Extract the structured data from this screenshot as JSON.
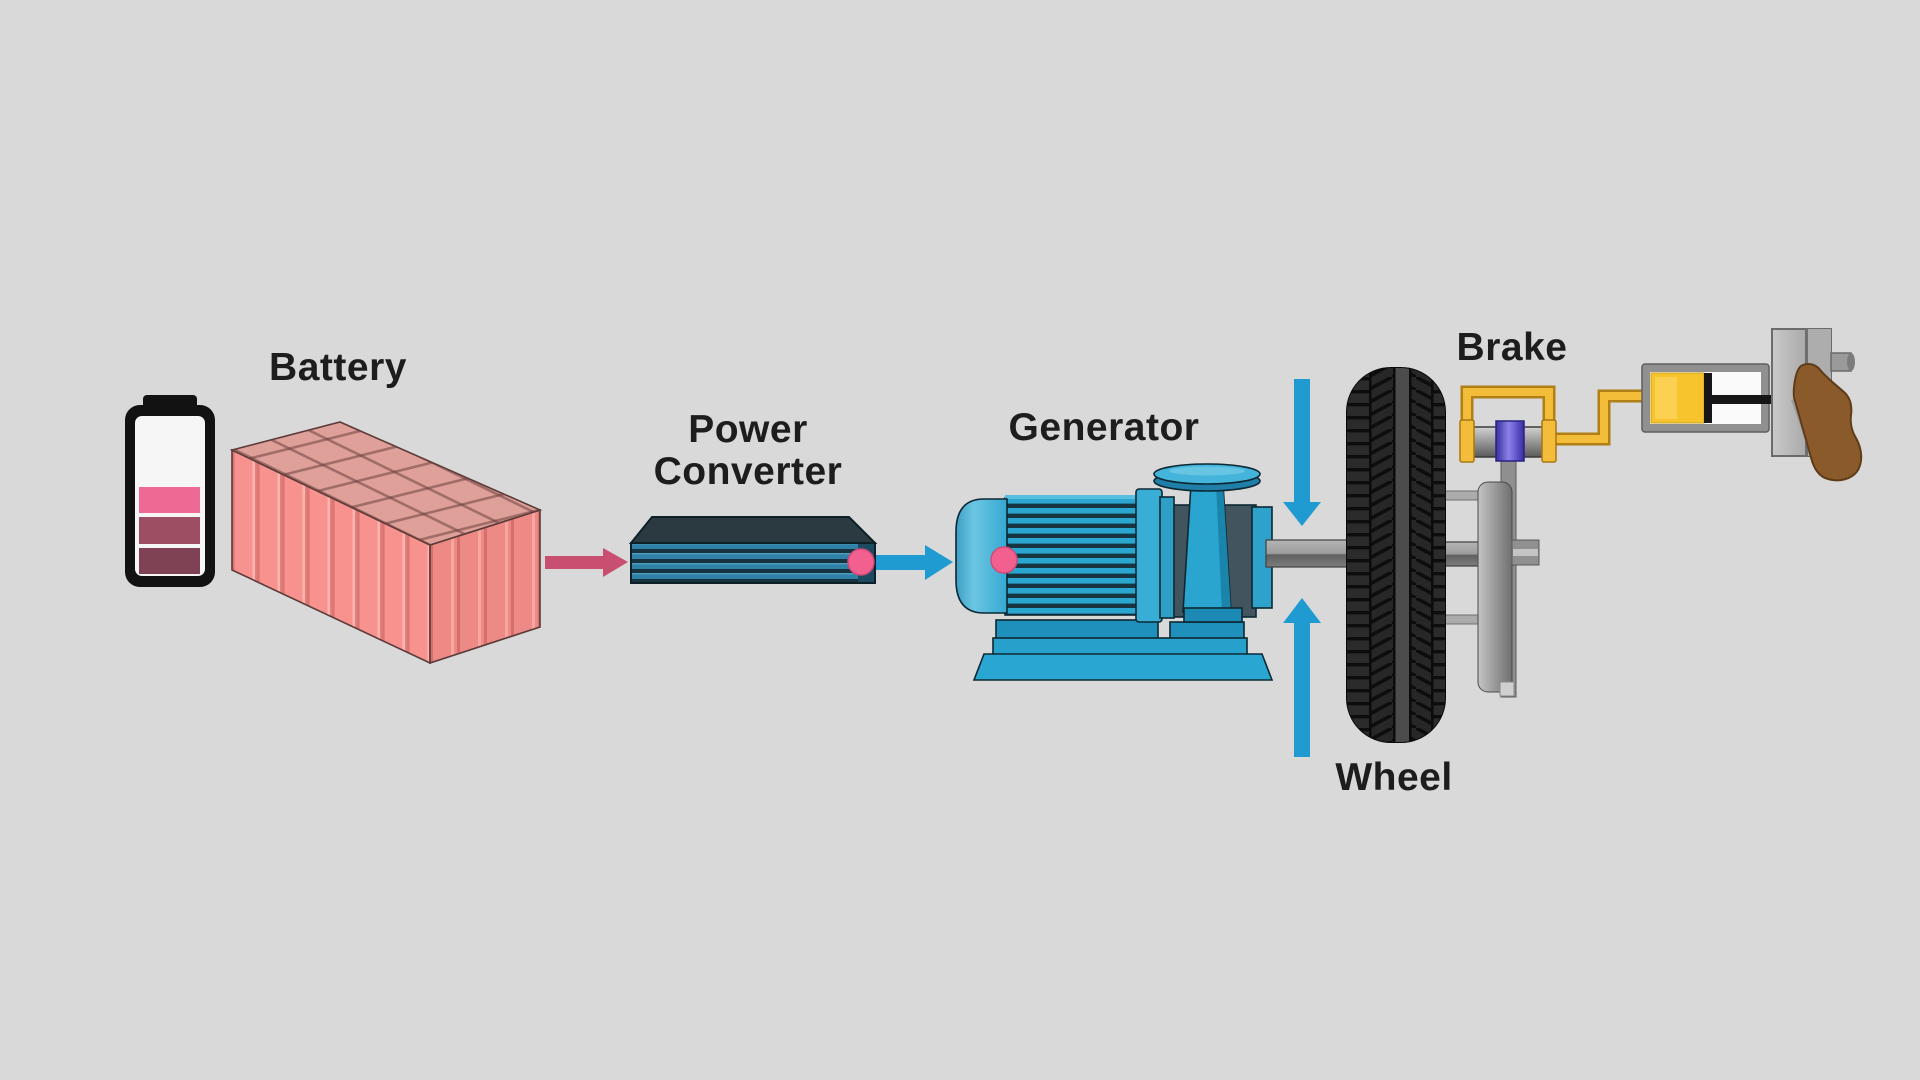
{
  "labels": {
    "battery": "Battery",
    "power_converter": "Power Converter",
    "generator": "Generator",
    "wheel": "Wheel",
    "brake": "Brake"
  },
  "components": [
    "battery-charge-icon",
    "battery-cell-pack",
    "power-converter-box",
    "generator-pump",
    "drive-shaft",
    "wheel-tire",
    "brake-disc-assembly",
    "brake-caliper",
    "brake-fluid-line",
    "master-cylinder",
    "brake-pedal",
    "driver-foot"
  ],
  "flows": [
    {
      "from": "battery",
      "to": "power-converter",
      "color": "#c94f70",
      "direction": "right"
    },
    {
      "from": "power-converter",
      "to": "generator",
      "color": "#1f9bd1",
      "direction": "right"
    },
    {
      "at": "wheel",
      "color": "#1f9bd1",
      "direction": "down"
    },
    {
      "at": "wheel",
      "color": "#1f9bd1",
      "direction": "up"
    }
  ],
  "colors": {
    "background": "#d9d9d9",
    "label_text": "#1d1d1d",
    "battery_cells": "#f7928e",
    "battery_bar_full": "#ee6a95",
    "battery_bar_mid": "#9d4e62",
    "battery_bar_low": "#7f4254",
    "energy_dot": "#f2608f",
    "pink_arrow": "#c94f70",
    "blue_arrow": "#1f9bd1",
    "generator_blue": "#2aa7d0",
    "converter_blue": "#2f81a8",
    "tire_black": "#1e1e1e",
    "brake_yellow": "#f3bd3a",
    "caliper_purple": "#6e63d6",
    "foot_brown": "#8a5a2b"
  }
}
